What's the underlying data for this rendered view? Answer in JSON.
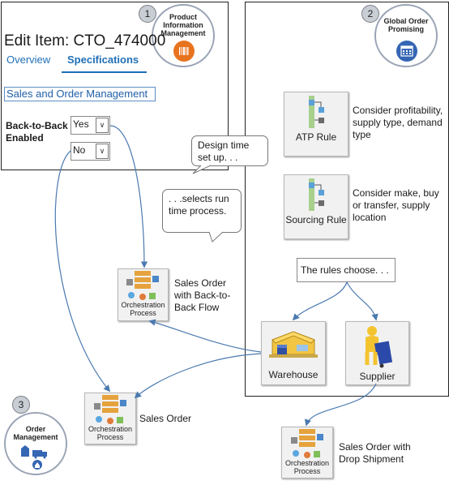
{
  "pim": {
    "badge": "1",
    "circle_title": "Product Information Management",
    "edit_item_title": "Edit Item: CTO_474000",
    "tab_overview": "Overview",
    "tab_specifications": "Specifications",
    "section_title": "Sales and Order Management",
    "back_to_back_label": "Back-to-Back Enabled",
    "dropdown_yes": "Yes",
    "dropdown_no": "No"
  },
  "gop": {
    "badge": "2",
    "circle_title": "Global Order Promising",
    "atp_rule_label": "ATP Rule",
    "atp_rule_caption": "Consider profitability, supply type, demand type",
    "sourcing_rule_label": "Sourcing Rule",
    "sourcing_rule_caption": "Consider make, buy or transfer, supply location",
    "rules_choose": "The rules choose. . .",
    "warehouse_label": "Warehouse",
    "supplier_label": "Supplier"
  },
  "om": {
    "badge": "3",
    "circle_title": "Order Management"
  },
  "callouts": {
    "design_time": "Design time set up. . .",
    "run_time": ". . .selects run time process."
  },
  "orchestration": {
    "process_label": "Orchestration Process",
    "back_to_back_caption": "Sales Order with Back-to-Back Flow",
    "sales_order_caption": "Sales Order",
    "drop_ship_caption": "Sales Order with Drop Shipment"
  },
  "colors": {
    "accent_orange": "#e8731e",
    "accent_blue": "#3566b4",
    "tab_blue": "#1f6fb6",
    "arrow_blue": "#4b7ab0"
  }
}
